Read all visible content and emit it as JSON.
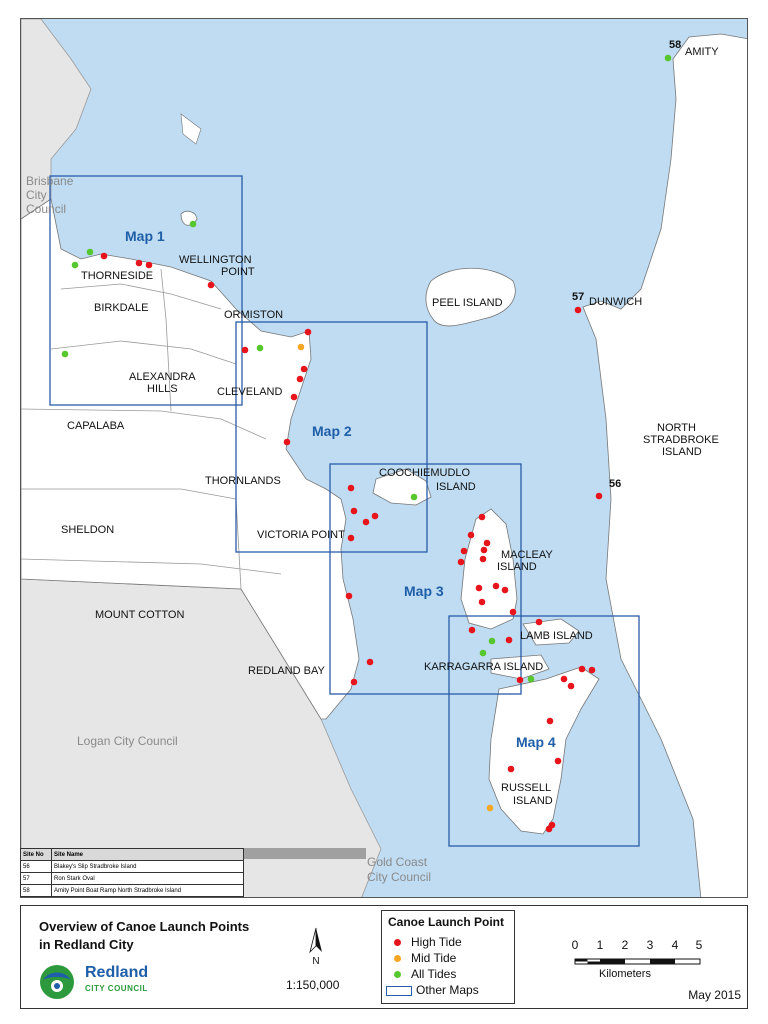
{
  "map": {
    "site_numbers": [
      "58",
      "57",
      "56"
    ],
    "locality_labels": [
      {
        "id": "amity",
        "text": "AMITY"
      },
      {
        "id": "dunwich",
        "text": "DUNWICH"
      },
      {
        "id": "peel",
        "text": "PEEL ISLAND"
      },
      {
        "id": "wellington1",
        "text": "WELLINGTON"
      },
      {
        "id": "wellington2",
        "text": "POINT"
      },
      {
        "id": "thorneside",
        "text": "THORNESIDE"
      },
      {
        "id": "birkdale",
        "text": "BIRKDALE"
      },
      {
        "id": "ormiston",
        "text": "ORMISTON"
      },
      {
        "id": "alexandra1",
        "text": "ALEXANDRA"
      },
      {
        "id": "alexandra2",
        "text": "HILLS"
      },
      {
        "id": "cleveland",
        "text": "CLEVELAND"
      },
      {
        "id": "capalaba",
        "text": "CAPALABA"
      },
      {
        "id": "north1",
        "text": "NORTH"
      },
      {
        "id": "north2",
        "text": "STRADBROKE"
      },
      {
        "id": "north3",
        "text": "ISLAND"
      },
      {
        "id": "thornlands",
        "text": "THORNLANDS"
      },
      {
        "id": "coochie1",
        "text": "COOCHIEMUDLO"
      },
      {
        "id": "coochie2",
        "text": "ISLAND"
      },
      {
        "id": "sheldon",
        "text": "SHELDON"
      },
      {
        "id": "victoria",
        "text": "VICTORIA POINT"
      },
      {
        "id": "macleay1",
        "text": "MACLEAY"
      },
      {
        "id": "macleay2",
        "text": "ISLAND"
      },
      {
        "id": "mountcotton",
        "text": "MOUNT COTTON"
      },
      {
        "id": "lamb",
        "text": "LAMB ISLAND"
      },
      {
        "id": "karragarra",
        "text": "KARRAGARRA ISLAND"
      },
      {
        "id": "redlandbay",
        "text": "REDLAND BAY"
      },
      {
        "id": "russell1",
        "text": "RUSSELL"
      },
      {
        "id": "russell2",
        "text": "ISLAND"
      }
    ],
    "council_labels": [
      {
        "id": "brisbane1",
        "text": "Brisbane"
      },
      {
        "id": "brisbane2",
        "text": "City"
      },
      {
        "id": "brisbane3",
        "text": "Council"
      },
      {
        "id": "logan",
        "text": "Logan City Council"
      },
      {
        "id": "goldcoast1",
        "text": "Gold Coast"
      },
      {
        "id": "goldcoast2",
        "text": "City Council"
      }
    ],
    "inset_maps": [
      {
        "label": "Map 1"
      },
      {
        "label": "Map 2"
      },
      {
        "label": "Map 3"
      },
      {
        "label": "Map 4"
      }
    ],
    "colors": {
      "water": "#bfdcf2",
      "land": "#ffffff",
      "outside": "#e6e6e6",
      "frame": "#2a5ca8",
      "high_tide": "#e8141c",
      "mid_tide": "#f5a623",
      "all_tides": "#57c72e"
    }
  },
  "site_table": {
    "headers": [
      "Site No",
      "Site Name"
    ],
    "rows": [
      [
        "56",
        "Blakey's Slip Stradbroke Island"
      ],
      [
        "57",
        "Ron Stark Oval"
      ],
      [
        "58",
        "Amity Point Boat Ramp North Stradbroke Island"
      ]
    ]
  },
  "footer": {
    "title_line1": "Overview of Canoe Launch Points",
    "title_line2": "in Redland City",
    "logo_name": "Redland",
    "logo_sub": "CITY COUNCIL",
    "north_letter": "N",
    "scale": "1:150,000",
    "legend_title": "Canoe Launch Point",
    "legend_items": [
      "High Tide",
      "Mid Tide",
      "All Tides",
      "Other Maps"
    ],
    "scalebar_ticks": [
      "0",
      "1",
      "2",
      "3",
      "4",
      "5"
    ],
    "scalebar_units": "Kilometers",
    "date": "May 2015"
  }
}
